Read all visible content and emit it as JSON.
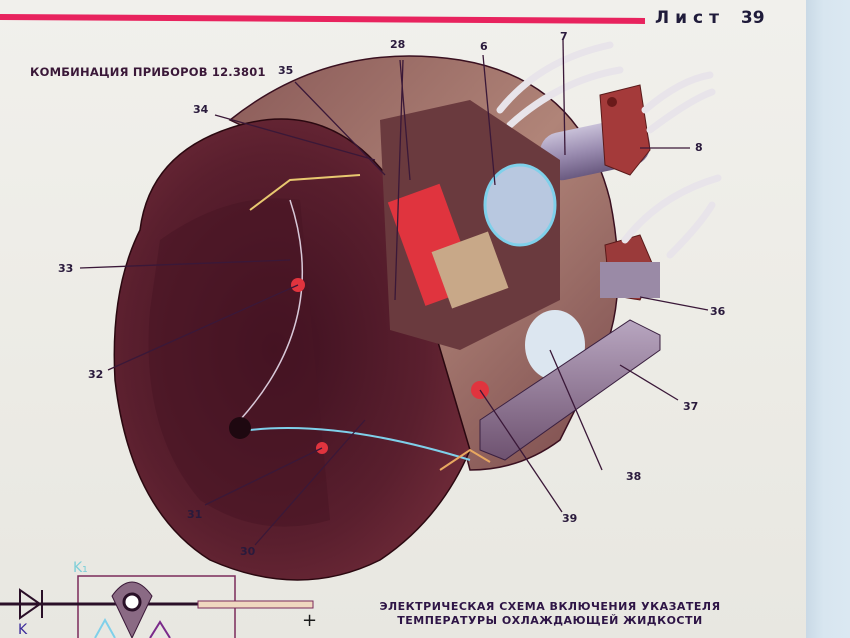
{
  "header": {
    "sheet_label": "Лист",
    "sheet_number": "39"
  },
  "title": "КОМБИНАЦИЯ ПРИБОРОВ 12.3801",
  "caption": {
    "line1": "ЭЛЕКТРИЧЕСКАЯ СХЕМА ВКЛЮЧЕНИЯ УКАЗАТЕЛЯ",
    "line2": "ТЕМПЕРАТУРЫ ОХЛАЖДАЮЩЕЙ ЖИДКОСТИ"
  },
  "callouts": [
    {
      "id": "c28",
      "label": "28"
    },
    {
      "id": "c6",
      "label": "6"
    },
    {
      "id": "c7",
      "label": "7"
    },
    {
      "id": "c8",
      "label": "8"
    },
    {
      "id": "c35",
      "label": "35"
    },
    {
      "id": "c34",
      "label": "34"
    },
    {
      "id": "c33",
      "label": "33"
    },
    {
      "id": "c32",
      "label": "32"
    },
    {
      "id": "c36",
      "label": "36"
    },
    {
      "id": "c37",
      "label": "37"
    },
    {
      "id": "c38",
      "label": "38"
    },
    {
      "id": "c39",
      "label": "39"
    },
    {
      "id": "c31",
      "label": "31"
    },
    {
      "id": "c30",
      "label": "30"
    }
  ],
  "schematic": {
    "relay_label": "K₁",
    "k_label": "K",
    "plus_label": "+"
  },
  "colors": {
    "accent_rule": "#e8235e",
    "housing": "#5a1f2e",
    "housing_light": "#9a6a62",
    "coil_red": "#e0343e",
    "wire_blue": "#7fd0ea",
    "text_dark": "#2a1a3c"
  }
}
